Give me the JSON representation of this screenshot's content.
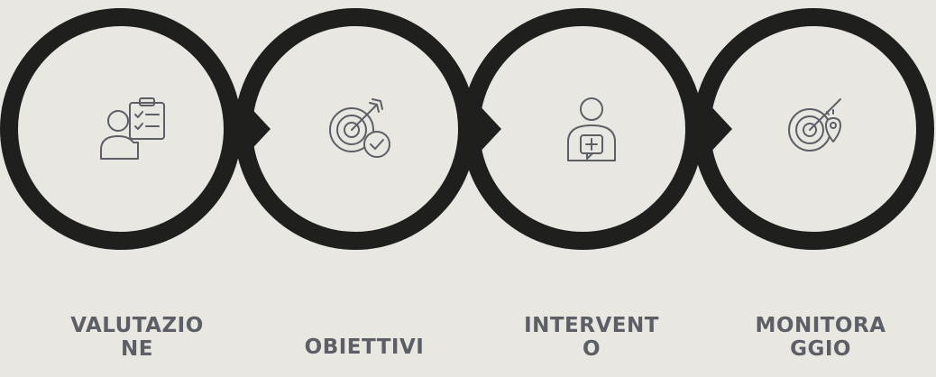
{
  "colors": {
    "background": "#e8e7e2",
    "ring": "#1f1f1d",
    "icon_stroke": "#5d5f66",
    "label": "#5d5f66"
  },
  "steps": [
    {
      "icon": "assessment-checklist-icon",
      "label_lines": [
        "VALUTAZIO",
        "NE"
      ]
    },
    {
      "icon": "target-check-icon",
      "label_lines": [
        "OBIETTIVI"
      ]
    },
    {
      "icon": "person-medical-icon",
      "label_lines": [
        "INTERVENT",
        "O"
      ]
    },
    {
      "icon": "radar-location-icon",
      "label_lines": [
        "MONITORA",
        "GGIO"
      ]
    }
  ]
}
